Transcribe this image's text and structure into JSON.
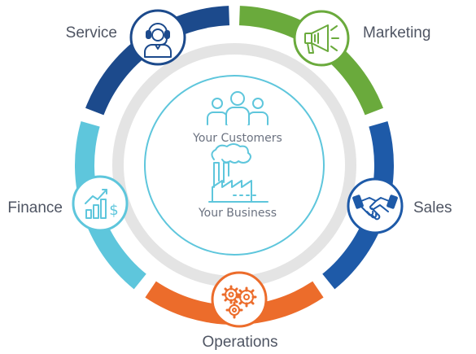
{
  "diagram": {
    "segments": [
      {
        "id": "service",
        "label": "Service",
        "color": "#1c4a8c",
        "icon": "headset-agent-icon"
      },
      {
        "id": "marketing",
        "label": "Marketing",
        "color": "#6aaa3c",
        "icon": "megaphone-icon"
      },
      {
        "id": "sales",
        "label": "Sales",
        "color": "#1e5aa8",
        "icon": "handshake-icon"
      },
      {
        "id": "operations",
        "label": "Operations",
        "color": "#ec6c2b",
        "icon": "gears-icon"
      },
      {
        "id": "finance",
        "label": "Finance",
        "color": "#5ec6dc",
        "icon": "growth-chart-dollar-icon"
      }
    ],
    "center": {
      "customers_label": "Your Customers",
      "customers_icon": "people-group-icon",
      "business_label": "Your Business",
      "business_icon": "factory-icon",
      "accent_color": "#5ec6dc"
    },
    "ring_gray": "#e4e4e4"
  }
}
